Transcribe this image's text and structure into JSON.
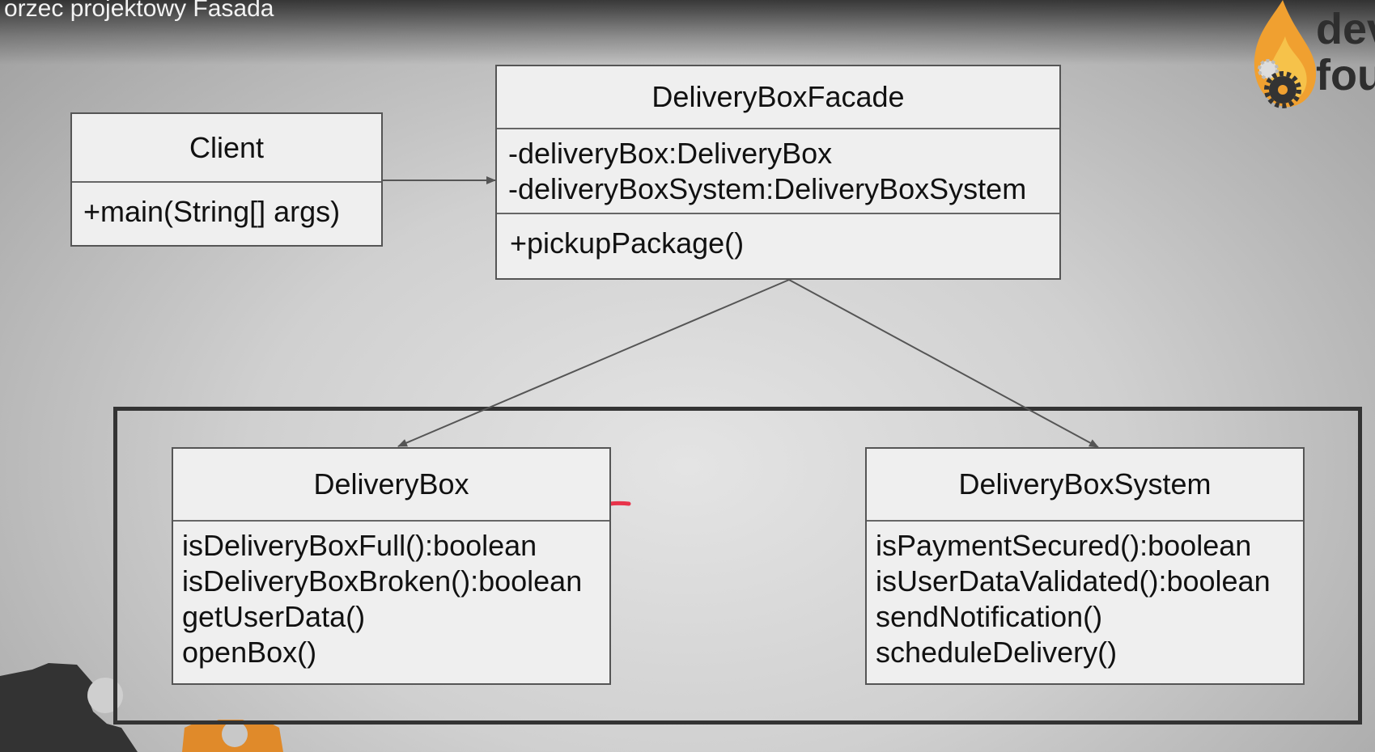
{
  "video": {
    "title": "orzec projektowy Fasada"
  },
  "logo": {
    "line1": "dev",
    "line2": "fou",
    "icon": "flame-gear-logo-icon"
  },
  "diagram": {
    "client": {
      "name": "Client",
      "methods": [
        "+main(String[] args)"
      ]
    },
    "facade": {
      "name": "DeliveryBoxFacade",
      "attributes": [
        "-deliveryBox:DeliveryBox",
        "-deliveryBoxSystem:DeliveryBoxSystem"
      ],
      "methods": [
        "+pickupPackage()"
      ]
    },
    "delivery_box": {
      "name": "DeliveryBox",
      "methods": [
        "isDeliveryBoxFull():boolean",
        "isDeliveryBoxBroken():boolean",
        "getUserData()",
        "openBox()"
      ]
    },
    "delivery_box_system": {
      "name": "DeliveryBoxSystem",
      "methods": [
        "isPaymentSecured():boolean",
        "isUserDataValidated():boolean",
        "sendNotification()",
        "scheduleDelivery()"
      ]
    }
  },
  "colors": {
    "line": "#555555",
    "box_fill": "#efefef",
    "annotation": "#e8334a",
    "accent": "#e08a2a"
  }
}
